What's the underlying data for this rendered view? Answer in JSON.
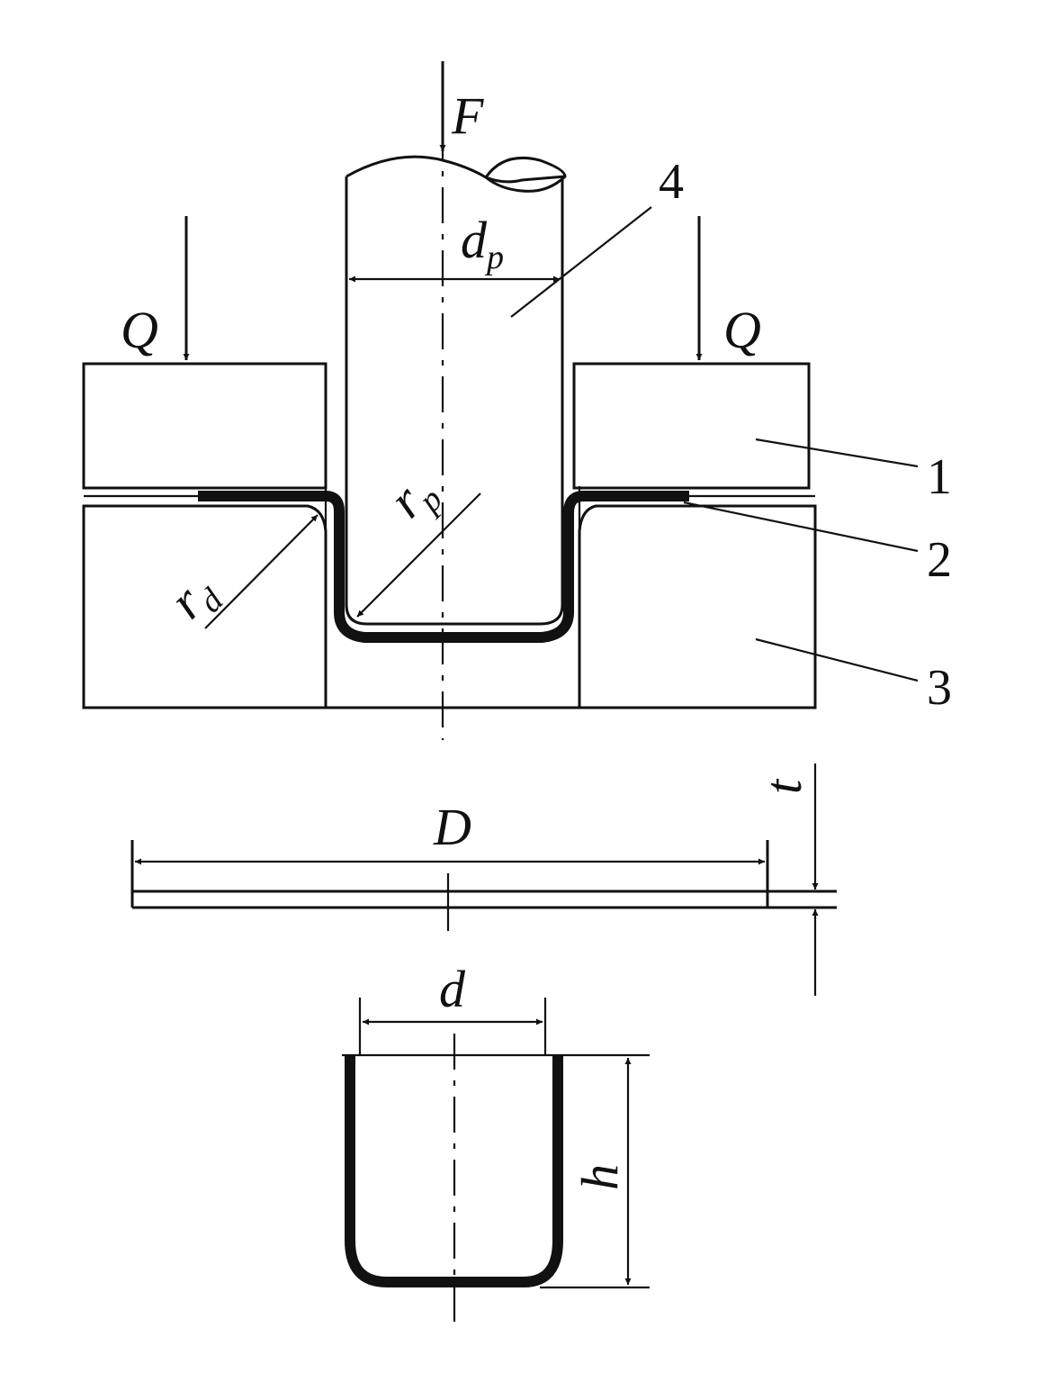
{
  "labels": {
    "force": "F",
    "blankholder_force_left": "Q",
    "blankholder_force_right": "Q",
    "punch_diameter": "d",
    "punch_diameter_sub": "p",
    "punch_radius": "r",
    "punch_radius_sub": "p",
    "die_radius": "r",
    "die_radius_sub": "d",
    "blank_diameter": "D",
    "thickness": "t",
    "cup_diameter": "d",
    "cup_height": "h"
  },
  "part_numbers": {
    "blank_holder": "1",
    "blank": "2",
    "die": "3",
    "punch": "4"
  },
  "colors": {
    "ink": "#111111",
    "background": "#ffffff"
  }
}
